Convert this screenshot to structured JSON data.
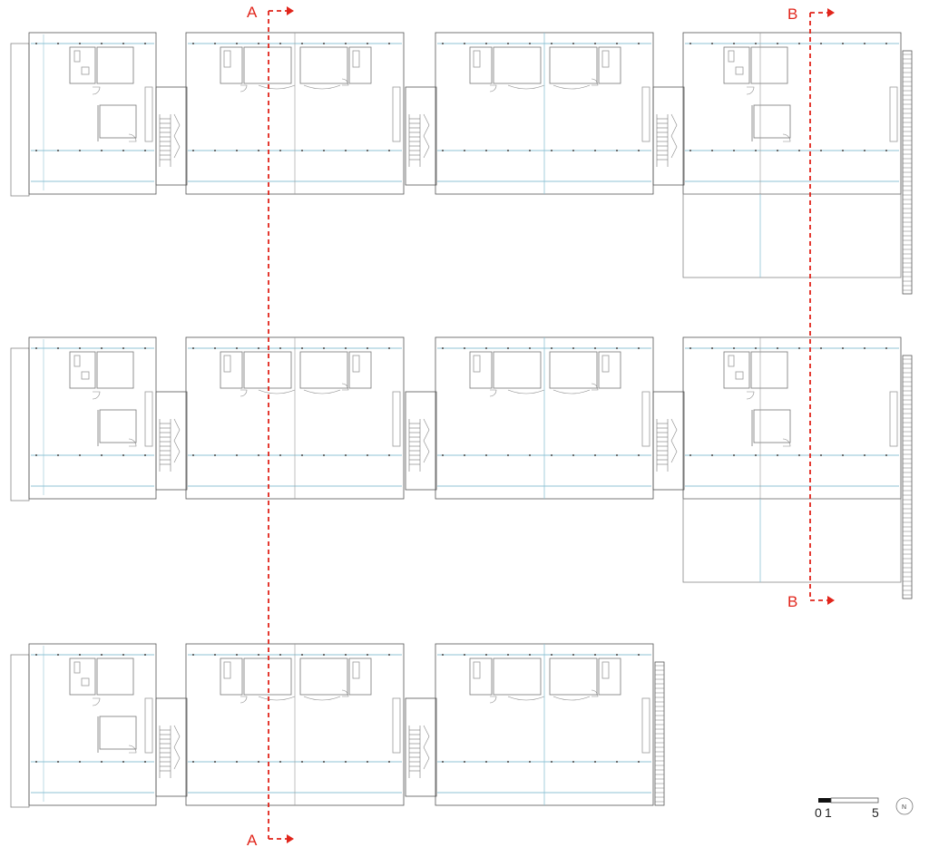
{
  "section_markers": {
    "a_top": "A",
    "a_bottom": "A",
    "b_top": "B",
    "b_bottom": "B"
  },
  "scale_bar": {
    "tick_0": "0",
    "tick_1": "1",
    "tick_5": "5"
  },
  "north_arrow": {
    "label": "N"
  },
  "colors": {
    "line": "#555555",
    "glazing": "#8fc3d6",
    "section_line": "#e1251b"
  }
}
